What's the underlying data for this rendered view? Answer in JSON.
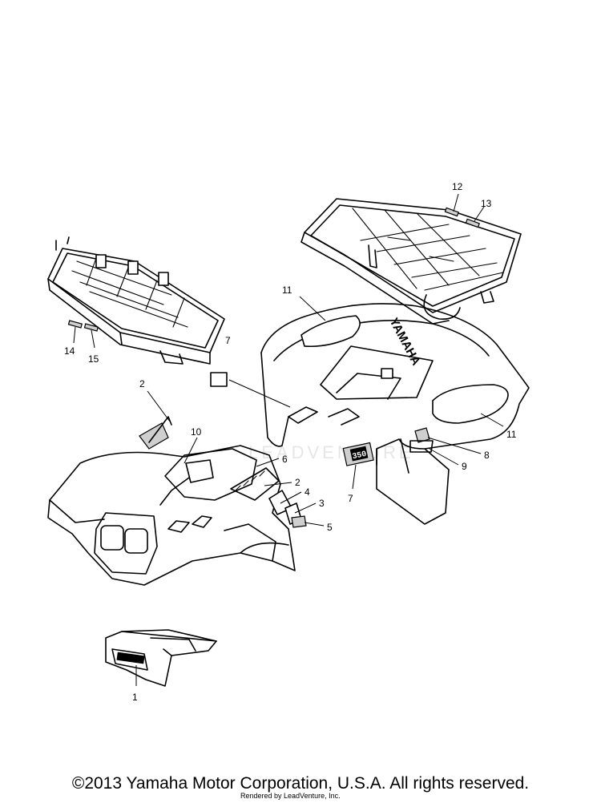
{
  "diagram": {
    "callouts": {
      "c1": "1",
      "c2a": "2",
      "c2b": "2",
      "c3": "3",
      "c4": "4",
      "c5": "5",
      "c6": "6",
      "c7a": "7",
      "c7b": "7",
      "c8": "8",
      "c9": "9",
      "c10": "10",
      "c11a": "11",
      "c11b": "11",
      "c12": "12",
      "c13": "13",
      "c14": "14",
      "c15": "15"
    },
    "fender_brand": "YAMAHA",
    "badge_text": "350",
    "watermark": "LEADVENTURE"
  },
  "footer": {
    "copyright": "©2013 Yamaha Motor Corporation, U.S.A. All rights reserved.",
    "rendered_by": "Rendered by LeadVenture, Inc."
  }
}
